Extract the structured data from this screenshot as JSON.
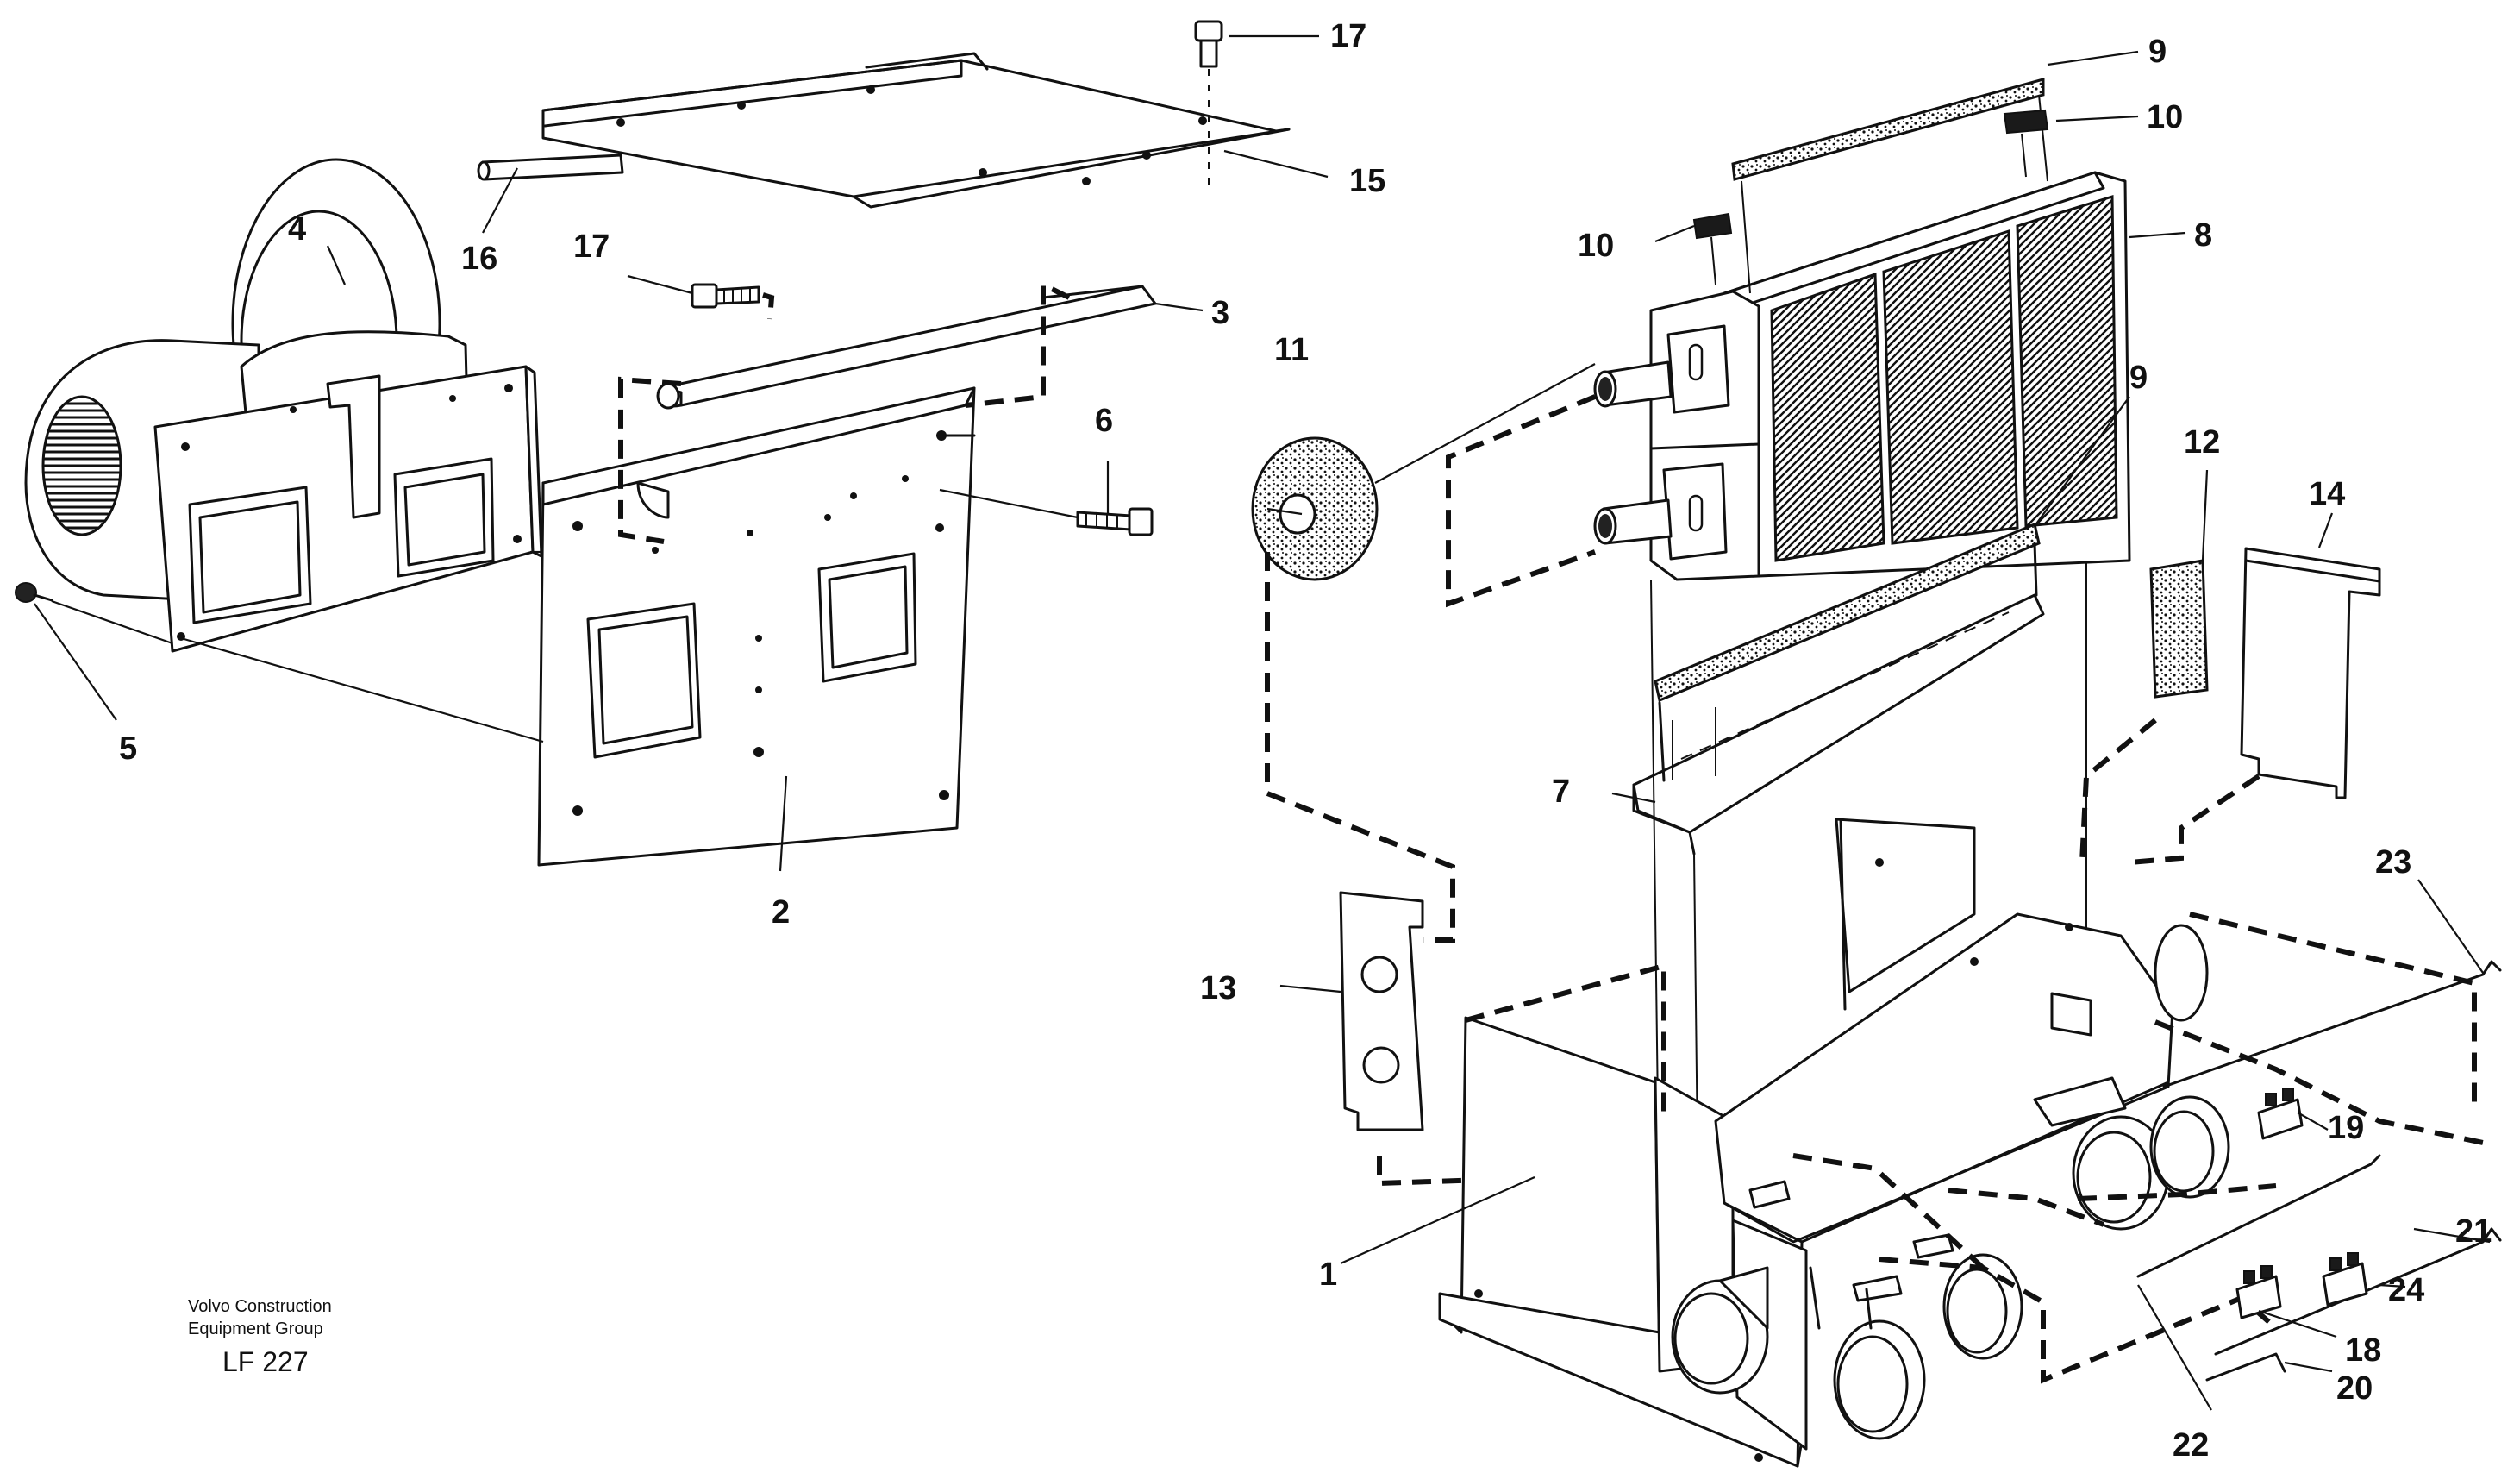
{
  "diagram": {
    "callouts": [
      "1",
      "2",
      "3",
      "4",
      "5",
      "6",
      "7",
      "8",
      "9",
      "9",
      "10",
      "10",
      "11",
      "12",
      "13",
      "14",
      "15",
      "16",
      "17",
      "17",
      "18",
      "19",
      "20",
      "21",
      "22",
      "23",
      "24"
    ],
    "caption": {
      "line1": "Volvo Construction",
      "line2": "Equipment Group",
      "code": "LF 227"
    }
  }
}
